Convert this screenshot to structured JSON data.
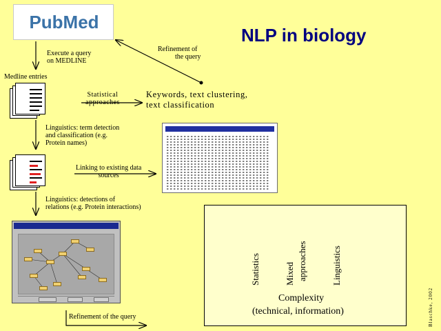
{
  "logo": {
    "text": "PubMed"
  },
  "title": "NLP in biology",
  "steps": {
    "execute_query": [
      "Execute a query",
      "on MEDLINE"
    ],
    "medline_entries": "Medline entries",
    "statistical": [
      "Statistical",
      "approaches"
    ],
    "keywords": [
      "Keywords, text clustering,",
      "text classification"
    ],
    "refinement_top": [
      "Refinement of",
      "the query"
    ],
    "linguistics_terms": [
      "Linguistics: term detection",
      "and classification (e.g.",
      "Protein names)"
    ],
    "linking": [
      "Linking to existing data",
      "sources"
    ],
    "linguistics_relations": [
      "Linguistics: detections of",
      "relations (e.g. Protein interactions)"
    ],
    "refinement_bottom": "Refinement of the query"
  },
  "complexity": {
    "axis_labels": [
      "Statistics",
      "Mixed",
      "approaches",
      "Linguistics"
    ],
    "complexity_label": "Complexity",
    "complexity_sub": "(technical, information)"
  },
  "credit": "Blaschke, 2002"
}
